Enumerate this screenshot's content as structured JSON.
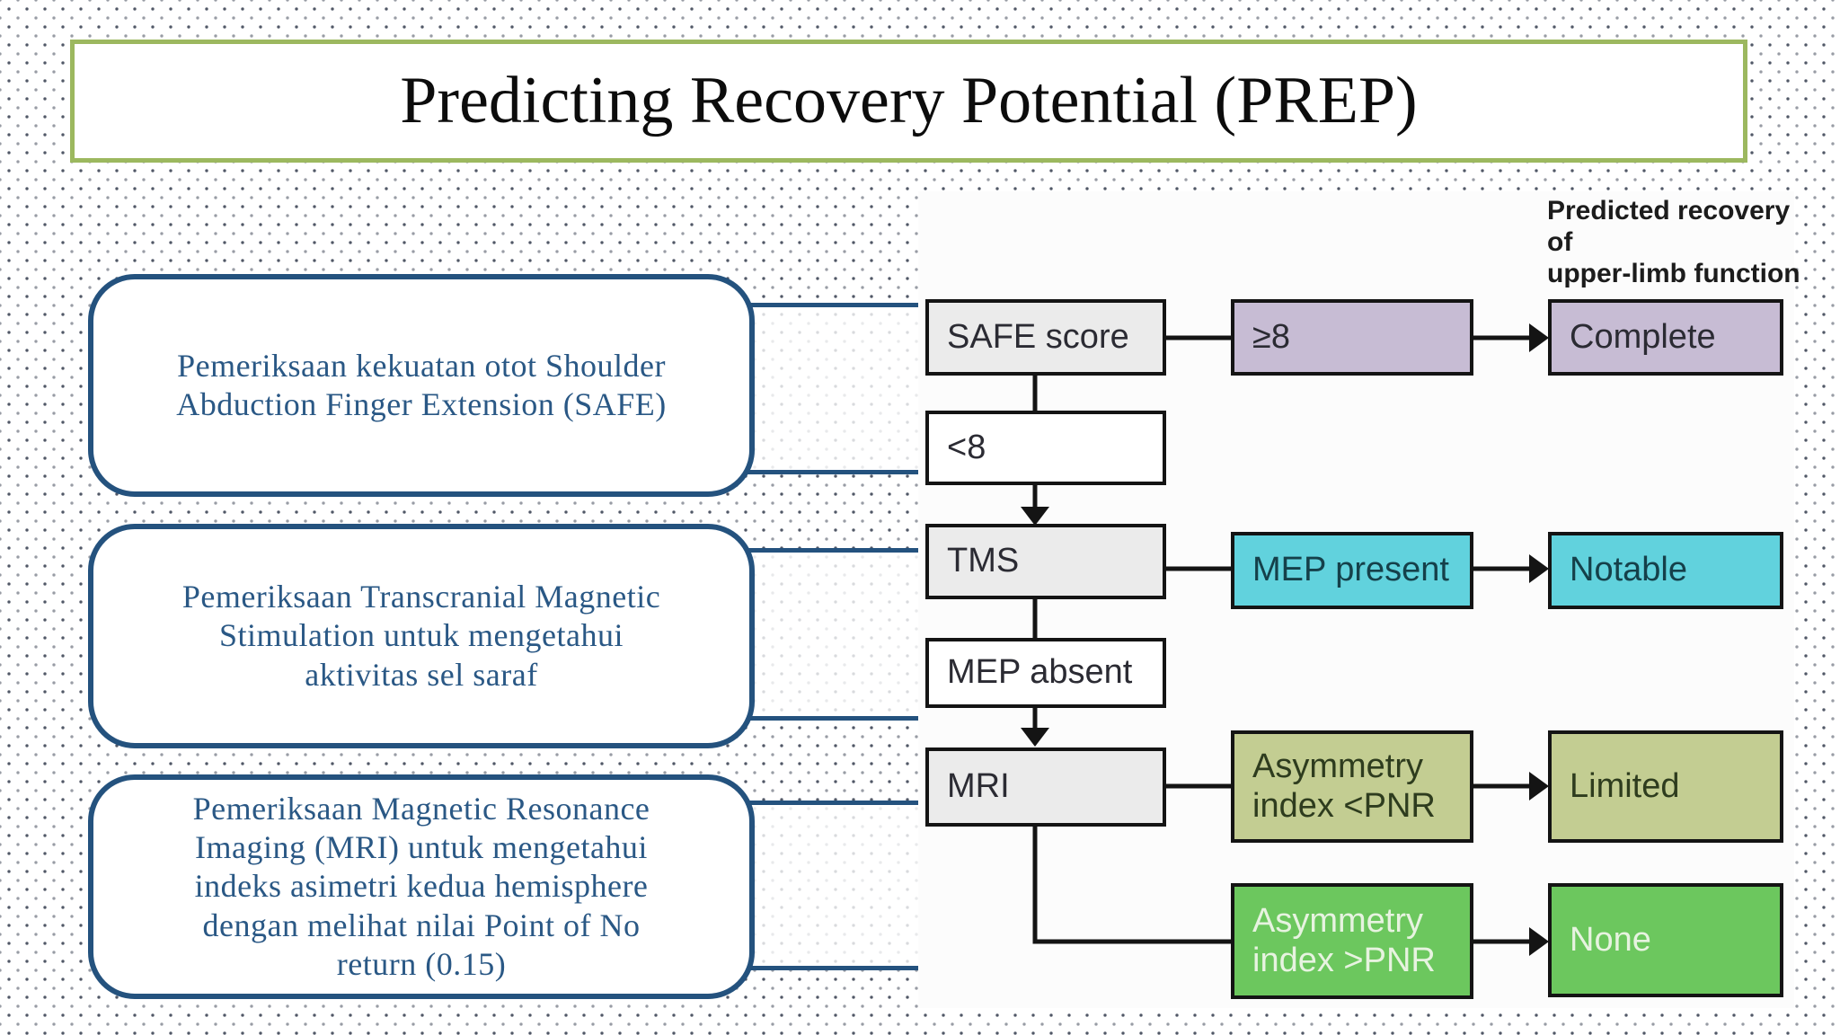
{
  "slide": {
    "title": "Predicting Recovery Potential (PREP)"
  },
  "callouts": [
    {
      "id": "safe",
      "text": "Pemeriksaan kekuatan otot Shoulder\nAbduction Finger Extension (SAFE)"
    },
    {
      "id": "tms",
      "text": "Pemeriksaan Transcranial Magnetic\nStimulation untuk mengetahui\naktivitas sel saraf"
    },
    {
      "id": "mri",
      "text": "Pemeriksaan Magnetic Resonance\nImaging (MRI) untuk mengetahui\nindeks asimetri kedua hemisphere\ndengan melihat nilai Point of No\nreturn (0.15)"
    }
  ],
  "flowchart": {
    "heading": "Predicted recovery of\nupper-limb function",
    "nodes": {
      "safe_score": {
        "label": "SAFE score",
        "fill": "#ebebeb"
      },
      "ge8": {
        "label": "≥8",
        "fill": "#c7bcd4"
      },
      "complete": {
        "label": "Complete",
        "fill": "#c7bcd4"
      },
      "lt8": {
        "label": "<8",
        "fill": "#ffffff"
      },
      "tms": {
        "label": "TMS",
        "fill": "#ebebeb"
      },
      "mep_present": {
        "label": "MEP present",
        "fill": "#61d2dd"
      },
      "notable": {
        "label": "Notable",
        "fill": "#61d2dd"
      },
      "mep_absent": {
        "label": "MEP absent",
        "fill": "#ffffff"
      },
      "mri": {
        "label": "MRI",
        "fill": "#ebebeb"
      },
      "asym_lt_pnr": {
        "label": "Asymmetry\nindex <PNR",
        "fill": "#c3cd92"
      },
      "limited": {
        "label": "Limited",
        "fill": "#c3cd92"
      },
      "asym_gt_pnr": {
        "label": "Asymmetry\nindex >PNR",
        "fill": "#6cc75e"
      },
      "none": {
        "label": "None",
        "fill": "#6cc75e"
      }
    },
    "theme": {
      "node_border": "#141414",
      "connector_color": "#141414",
      "fill_gray": "#ebebeb",
      "fill_lavender": "#c7bcd4",
      "fill_cyan": "#61d2dd",
      "fill_sage": "#c3cd92",
      "fill_green": "#6cc75e"
    }
  },
  "theme": {
    "title_border_green": "#9cb85f",
    "callout_border_navy": "#24527e",
    "callout_text_blue": "#2a5885",
    "background_dot_color": "#323a4b"
  }
}
